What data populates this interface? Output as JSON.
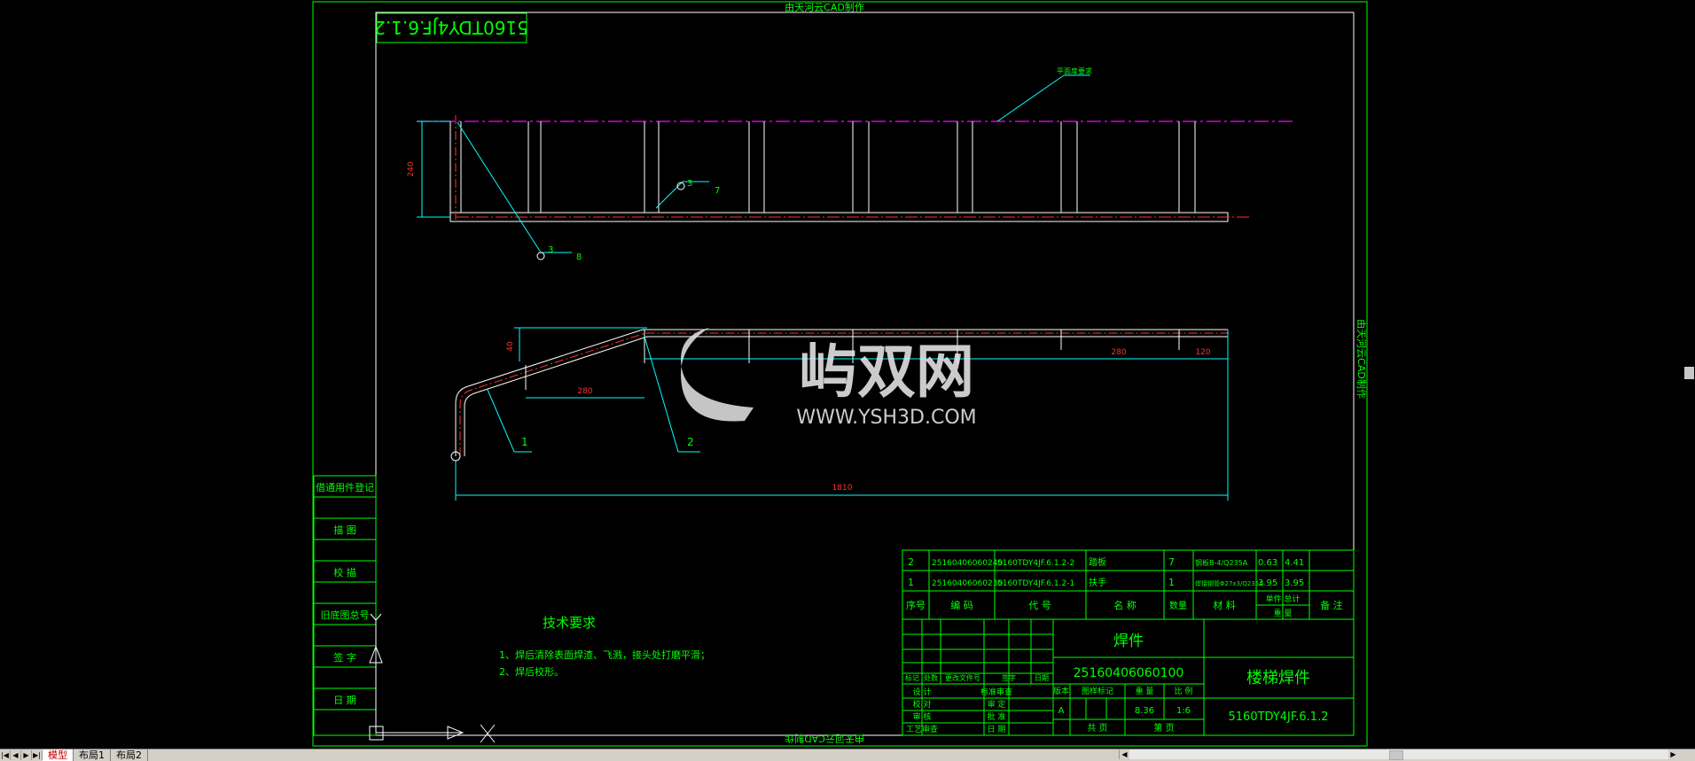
{
  "frame": {
    "top_title": "由天河云CAD制作",
    "bottom_title": "由天河云CAD制作",
    "side_title": "由天河云CAD制作",
    "mirror_code": "5160TDY4JF.6.1.2"
  },
  "drawing": {
    "leader_note": "平面度要求",
    "dim_height_top": "240",
    "dim_height_bottom": "40",
    "dim_280_left": "280",
    "dim_280_right": "280",
    "dim_120": "120",
    "dim_1810": "1810",
    "weld_a_size": "3",
    "weld_a_count": "7",
    "weld_b_size": "3",
    "weld_b_count": "8",
    "balloon_1": "1",
    "balloon_2": "2"
  },
  "watermark": {
    "brand": "屿双网",
    "url": "WWW.YSH3D.COM"
  },
  "left_panel": {
    "items": [
      "借通用件登记",
      "描 图",
      "校 描",
      "旧底图总号",
      "签 字",
      "日 期"
    ]
  },
  "tech_requirements": {
    "title": "技术要求",
    "lines": [
      "1、焊后清除表面焊渣、飞溅，接头处打磨平滑；",
      "2、焊后校形。"
    ]
  },
  "bom": {
    "rows": [
      {
        "no": "2",
        "code": "25160406060240",
        "drawing_no": "5160TDY4JF.6.1.2-2",
        "name": "踏板",
        "qty": "7",
        "material": "钢板B-4/Q235A",
        "unit_weight": "0.63",
        "total_weight": "4.41",
        "note": ""
      },
      {
        "no": "1",
        "code": "25160406060230",
        "drawing_no": "5160TDY4JF.6.1.2-1",
        "name": "扶手",
        "qty": "1",
        "material": "焊接钢管Φ27x3/Q235A",
        "unit_weight": "3.95",
        "total_weight": "3.95",
        "note": ""
      }
    ],
    "headers": {
      "no": "序号",
      "code": "编 码",
      "drawing_no": "代 号",
      "name": "名 称",
      "qty": "数量",
      "material": "材 料",
      "weight_top": "单件 总计",
      "weight_bottom": "重 量",
      "note": "备 注"
    }
  },
  "title_block": {
    "part_type": "焊件",
    "part_code": "25160406060100",
    "part_name": "楼梯焊件",
    "drawing_code": "5160TDY4JF.6.1.2",
    "stage_label": "A",
    "weight": "8.36",
    "scale": "1:6",
    "sheets_label": "共 页",
    "sheet_label": "第 页",
    "sig_labels": [
      "设 计",
      "校 对",
      "审 核",
      "工艺审查"
    ],
    "sig_labels_right": [
      "标准审查",
      "审 定",
      "批 准",
      "日 期"
    ],
    "change_labels": [
      "标记",
      "处数",
      "更改文件号",
      "签字",
      "日期"
    ],
    "stage_headers": [
      "图样标记",
      "重 量",
      "比 例"
    ],
    "stage_prefix": "版本"
  },
  "tabs": {
    "items": [
      "模型",
      "布局1",
      "布局2"
    ],
    "active": 0
  }
}
